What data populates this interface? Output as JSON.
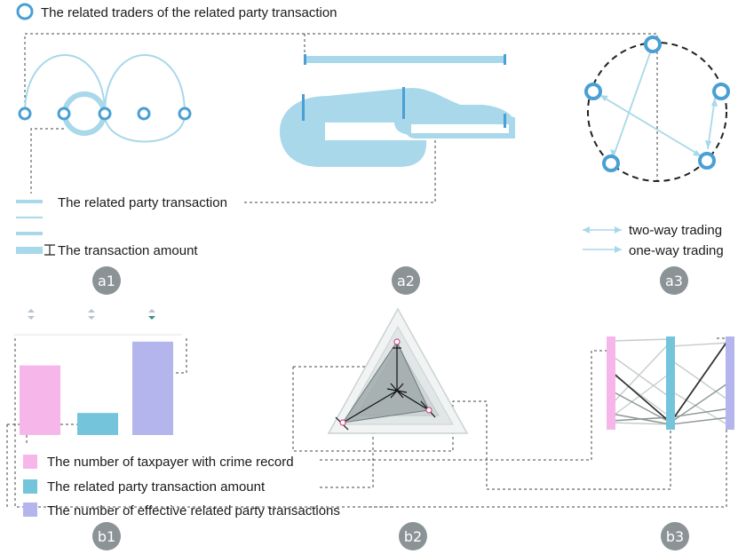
{
  "legend": {
    "traders": "The related traders of the related party transaction",
    "transaction": "The related party transaction",
    "amount": "The transaction amount",
    "two_way": "two-way trading",
    "one_way": "one-way trading"
  },
  "panels": {
    "a1": "a1",
    "a2": "a2",
    "a3": "a3",
    "b1": "b1",
    "b2": "b2",
    "b3": "b3"
  },
  "bar_legend": {
    "crime": "The number of taxpayer with crime record",
    "amount": "The related party transaction amount",
    "effective": "The number of effective related party transactions"
  },
  "colors": {
    "node": "#4a9fd4",
    "link": "#a8d8ea",
    "link_dark": "#5aaed6",
    "pink": "#f7b6ea",
    "blue": "#74c4dc",
    "purple": "#b5b5ee",
    "label_bg": "#8c9396",
    "dark_line": "#333333"
  },
  "chart_data": {
    "type": "bar",
    "categories": [
      "crime",
      "amount",
      "effective"
    ],
    "values": [
      82,
      26,
      110
    ],
    "ylim": [
      0,
      115
    ]
  }
}
